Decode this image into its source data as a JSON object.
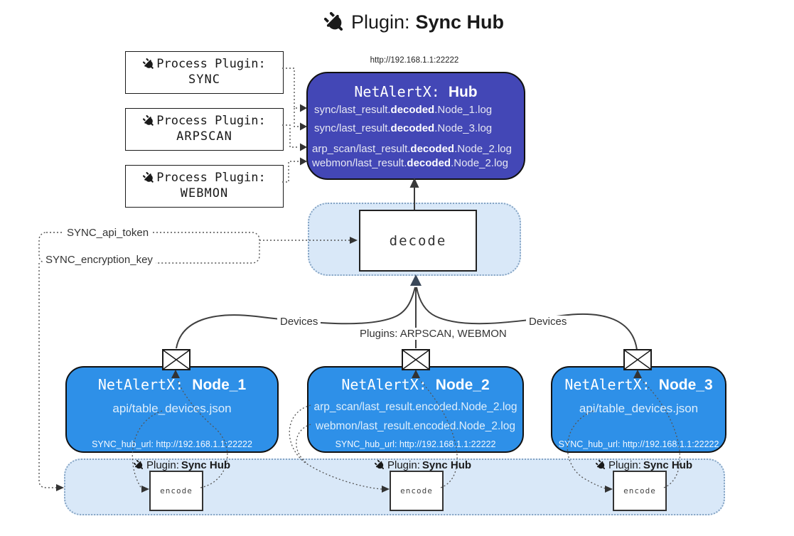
{
  "title": {
    "label": "Plugin:",
    "name": "Sync Hub"
  },
  "hub_url_label": "http://192.168.1.1:22222",
  "process_plugins": [
    {
      "label": "Process Plugin:",
      "name": "SYNC"
    },
    {
      "label": "Process Plugin:",
      "name": "ARPSCAN"
    },
    {
      "label": "Process Plugin:",
      "name": "WEBMON"
    }
  ],
  "hub": {
    "title_prefix": "NetAlertX: ",
    "title_name": "Hub",
    "logs": [
      {
        "pre": "sync/last_result.",
        "bold": "decoded",
        "post": ".Node_1.log"
      },
      {
        "pre": "sync/last_result.",
        "bold": "decoded",
        "post": ".Node_3.log"
      },
      {
        "pre": "arp_scan/last_result.",
        "bold": "decoded",
        "post": ".Node_2.log"
      },
      {
        "pre": "webmon/last_result.",
        "bold": "decoded",
        "post": ".Node_2.log"
      }
    ]
  },
  "decode_box": {
    "label": "decode"
  },
  "secrets": {
    "api_token": "SYNC_api_token",
    "encryption_key": "SYNC_encryption_key"
  },
  "edge_labels": {
    "devices_left": "Devices",
    "plugins_middle": "Plugins: ARPSCAN, WEBMON",
    "devices_right": "Devices"
  },
  "nodes": [
    {
      "title_prefix": "NetAlertX: ",
      "title_name": "Node_1",
      "lines": [
        "api/table_devices.json"
      ],
      "hub_url": "SYNC_hub_url: http://192.168.1.1:22222"
    },
    {
      "title_prefix": "NetAlertX: ",
      "title_name": "Node_2",
      "lines": [
        "arp_scan/last_result.encoded.Node_2.log",
        "webmon/last_result.encoded.Node_2.log"
      ],
      "hub_url": "SYNC_hub_url: http://192.168.1.1:22222"
    },
    {
      "title_prefix": "NetAlertX: ",
      "title_name": "Node_3",
      "lines": [
        "api/table_devices.json"
      ],
      "hub_url": "SYNC_hub_url: http://192.168.1.1:22222"
    }
  ],
  "sync_plugins": [
    {
      "label": "Plugin: ",
      "name": "Sync Hub",
      "box": "encode"
    },
    {
      "label": "Plugin: ",
      "name": "Sync Hub",
      "box": "encode"
    },
    {
      "label": "Plugin: ",
      "name": "Sync Hub",
      "box": "encode"
    }
  ],
  "colors": {
    "hub_fill": "#4347b6",
    "node_fill": "#2e90e8",
    "band_fill": "#d9e8f8",
    "band_border": "#85a4c4",
    "edge_line": "#3f3f3f",
    "dotted_line": "#555555"
  }
}
